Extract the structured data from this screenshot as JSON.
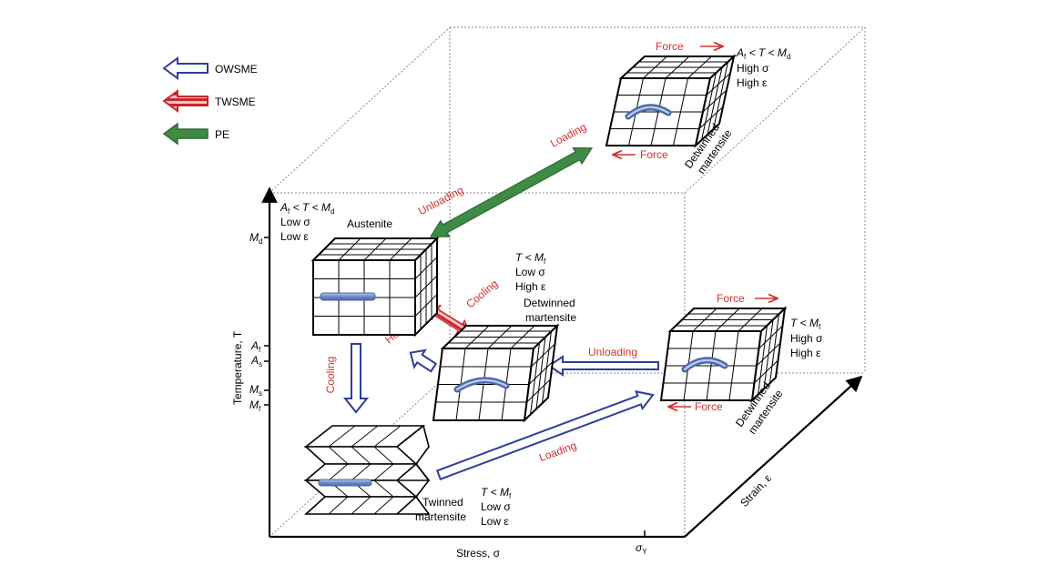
{
  "colors": {
    "owsme": "#2b3f9c",
    "twsme": "#c8262d",
    "pe": "#3f8a45",
    "red_text": "#d2322d",
    "bar": "#7d97cf"
  },
  "legend": [
    {
      "label": "OWSME",
      "icon": "hollow-left-arrow-icon"
    },
    {
      "label": "TWSME",
      "icon": "striped-left-arrow-icon"
    },
    {
      "label": "PE",
      "icon": "solid-left-arrow-icon"
    }
  ],
  "axes": {
    "x_label": "Stress, σ",
    "y_label": "Temperature, T",
    "z_label": "Strain, ε",
    "sigma_y_main": "σ",
    "sigma_y_sub": "Y",
    "ticks": [
      {
        "main": "M",
        "sub": "d"
      },
      {
        "main": "A",
        "sub": "f"
      },
      {
        "main": "A",
        "sub": "s"
      },
      {
        "main": "M",
        "sub": "s"
      },
      {
        "main": "M",
        "sub": "f"
      }
    ]
  },
  "states": {
    "austenite": {
      "name": "Austenite",
      "cond": [
        "A",
        "f",
        " < T < M",
        "d"
      ],
      "lines": [
        "Low σ",
        "Low ε"
      ]
    },
    "twinned": {
      "name": [
        "Twinned",
        "martensite"
      ],
      "cond": [
        "T < M",
        "f"
      ],
      "lines": [
        "Low σ",
        "Low ε"
      ]
    },
    "center_detwinned": {
      "name": [
        "Detwinned",
        "martensite"
      ],
      "cond": [
        "T < M",
        "f"
      ],
      "lines": [
        "Low σ",
        "High ε"
      ]
    },
    "right_detwinned": {
      "name": [
        "Detwinned",
        "martensite"
      ],
      "cond": [
        "T < M",
        "f"
      ],
      "lines": [
        "High σ",
        "High ε"
      ]
    },
    "top_detwinned": {
      "name": [
        "Detwinned",
        "martensite"
      ],
      "cond": [
        "A",
        "f",
        " < T < M",
        "d"
      ],
      "lines": [
        "High σ",
        "High ε"
      ]
    }
  },
  "arrows": {
    "cooling_owsme": "Cooling",
    "heating_owsme": "Heating",
    "cooling_twsme": "Cooling",
    "loading_owsme": "Loading",
    "unloading_owsme": "Unloading",
    "loading_pe": "Loading",
    "unloading_pe": "Unloading",
    "force": "Force"
  }
}
